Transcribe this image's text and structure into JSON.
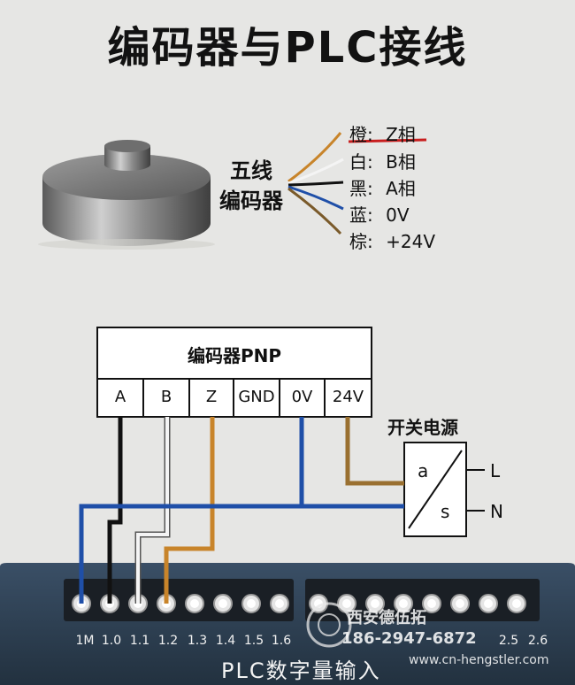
{
  "title": "编码器与PLC接线",
  "encoder_label": [
    "五线",
    "编码器"
  ],
  "wire_list": [
    {
      "color_char": "橙",
      "signal": "Z相",
      "color": "#c8842a"
    },
    {
      "color_char": "白",
      "signal": "B相",
      "color": "#f4f4f4"
    },
    {
      "color_char": "黑",
      "signal": "A相",
      "color": "#111111"
    },
    {
      "color_char": "蓝",
      "signal": "0V",
      "color": "#1f4fa8"
    },
    {
      "color_char": "棕",
      "signal": "+24V",
      "color": "#7a5a2a"
    }
  ],
  "encoder_box": {
    "title": "编码器PNP",
    "terminals": [
      "A",
      "B",
      "Z",
      "GND",
      "0V",
      "24V"
    ]
  },
  "power_supply": {
    "title": "开关电源",
    "terminal_a": "a",
    "terminal_s": "s",
    "out_L": "L",
    "out_N": "N"
  },
  "plc": {
    "title": "PLC数字量输入",
    "left_terminals": [
      "1M",
      "1.0",
      "1.1",
      "1.2",
      "1.3",
      "1.4",
      "1.5",
      "1.6"
    ],
    "right_terminals": [
      "2.5",
      "2.6"
    ]
  },
  "watermark": {
    "company": "西安德伍拓",
    "phone": "186-2947-6872",
    "url": "www.cn-hengstler.com"
  },
  "colors": {
    "black_wire": "#111111",
    "white_wire": "#f4f4f4",
    "orange_wire": "#c8842a",
    "blue_wire": "#1f4fa8",
    "brown_wire": "#9a7030",
    "plc_body": "#2d3f52",
    "red_underline": "#c81e1e"
  }
}
